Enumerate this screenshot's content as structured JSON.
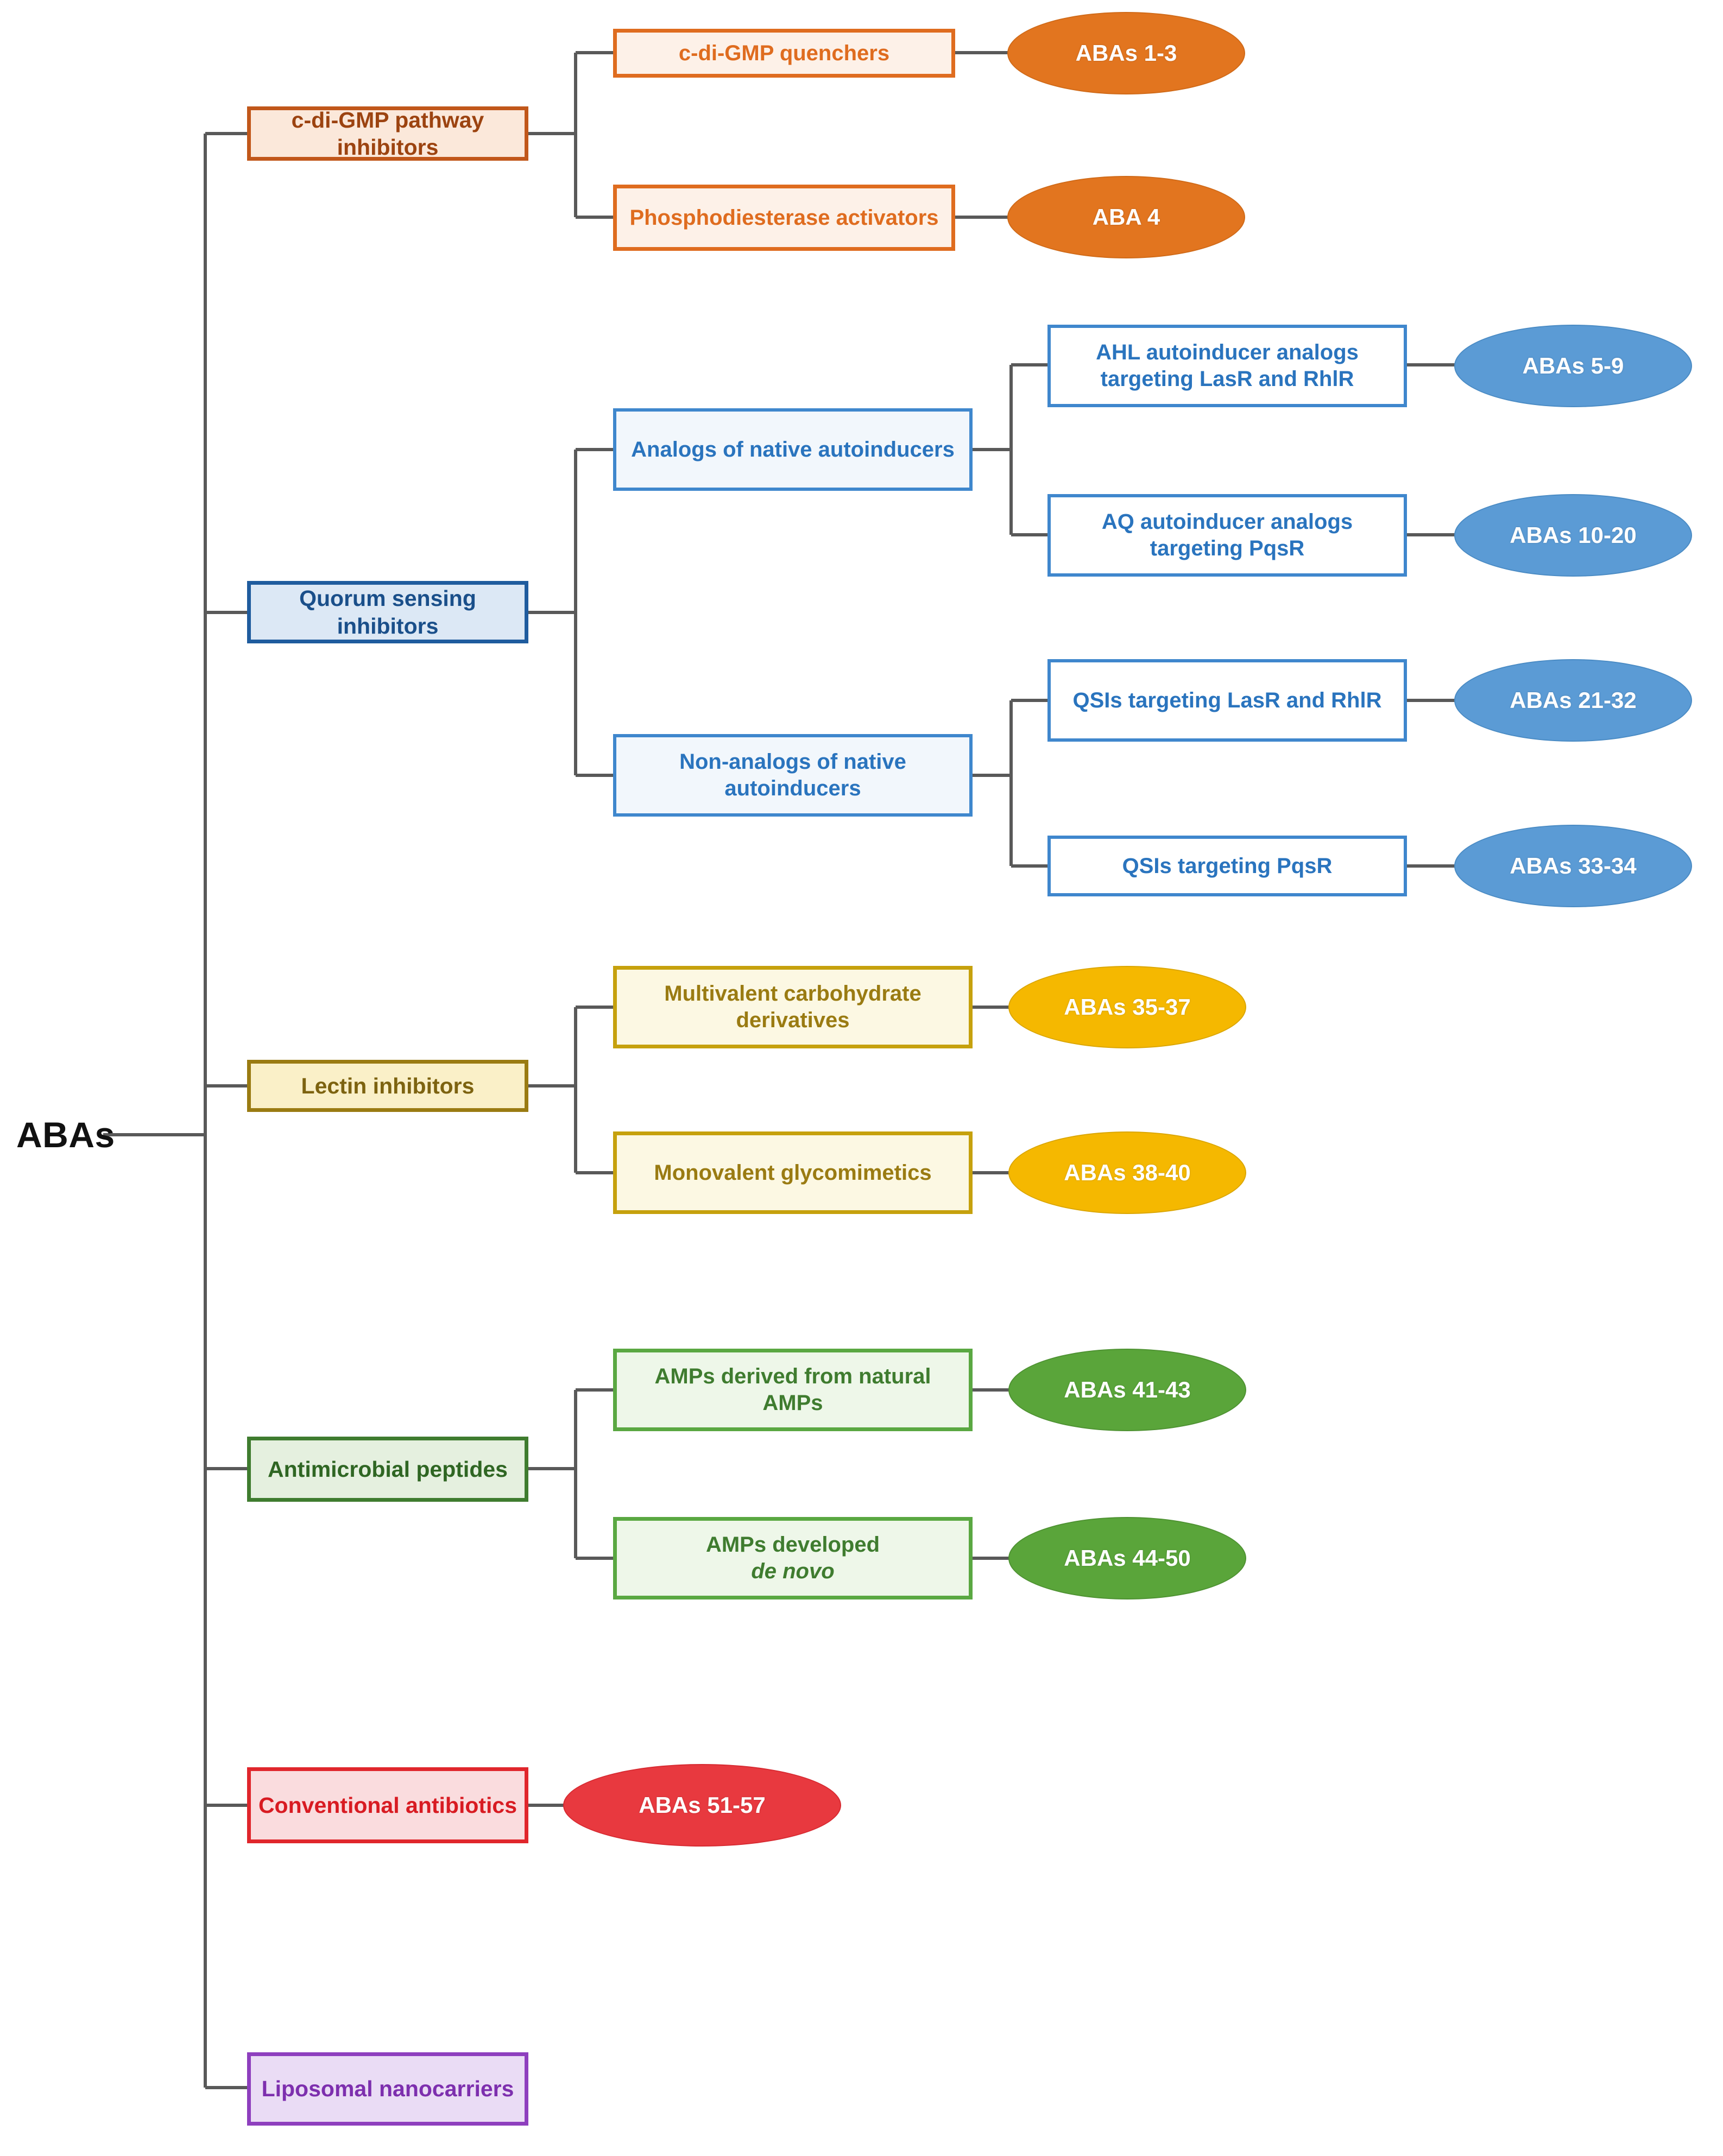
{
  "diagram": {
    "title": "ABAs classification tree",
    "root": {
      "label": "ABAs"
    },
    "colors": {
      "orange_fill": "#fbe8da",
      "orange_accent": "#c1571a",
      "orange_ellipse": "#e2751f",
      "blue_fill": "#dce8f5",
      "blue_accent": "#1f5c9e",
      "blue_ellipse": "#5b9bd5",
      "gold_fill": "#faf0c8",
      "gold_accent": "#9a7b12",
      "gold_ellipse": "#f5b800",
      "green_fill": "#e5f0df",
      "green_accent": "#3f7c2f",
      "green_ellipse": "#5aa53a",
      "red_fill": "#fadcde",
      "red_accent": "#e0262c",
      "red_ellipse": "#e8393f",
      "purple_fill": "#eadcf5",
      "purple_accent": "#8e3fbe",
      "connector": "#595959"
    },
    "branches": [
      {
        "id": "cdigmp",
        "label": "c-di-GMP pathway inhibitors",
        "children": [
          {
            "label": "c-di-GMP quenchers",
            "leaf": "ABAs 1-3"
          },
          {
            "label": "Phosphodiesterase activators",
            "leaf": "ABA 4"
          }
        ]
      },
      {
        "id": "qs",
        "label": "Quorum sensing inhibitors",
        "children": [
          {
            "label": "Analogs of native autoinducers",
            "grandchildren": [
              {
                "label": "AHL autoinducer analogs targeting LasR and RhlR",
                "leaf": "ABAs 5-9"
              },
              {
                "label": "AQ autoinducer analogs targeting PqsR",
                "leaf": "ABAs 10-20"
              }
            ]
          },
          {
            "label": "Non-analogs of native autoinducers",
            "grandchildren": [
              {
                "label": "QSIs targeting LasR and RhlR",
                "leaf": "ABAs 21-32"
              },
              {
                "label": "QSIs targeting PqsR",
                "leaf": "ABAs 33-34"
              }
            ]
          }
        ]
      },
      {
        "id": "lectin",
        "label": "Lectin inhibitors",
        "children": [
          {
            "label": "Multivalent carbohydrate derivatives",
            "leaf": "ABAs 35-37"
          },
          {
            "label": "Monovalent glycomimetics",
            "leaf": "ABAs 38-40"
          }
        ]
      },
      {
        "id": "amp",
        "label": "Antimicrobial peptides",
        "children": [
          {
            "label": "AMPs derived from natural AMPs",
            "leaf": "ABAs 41-43"
          },
          {
            "label_prefix": "AMPs developed ",
            "label_italic": "de novo",
            "leaf": "ABAs 44-50"
          }
        ]
      },
      {
        "id": "antibiotics",
        "label": "Conventional antibiotics",
        "leaf": "ABAs 51-57"
      },
      {
        "id": "liposomal",
        "label": "Liposomal nanocarriers"
      }
    ]
  }
}
